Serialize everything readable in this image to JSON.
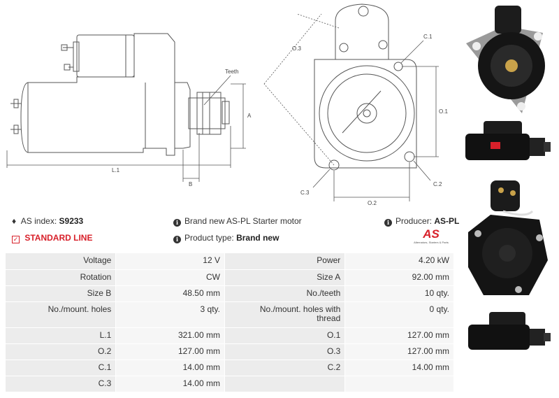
{
  "diagram": {
    "labels": {
      "teeth": "Teeth",
      "a": "A",
      "b": "B",
      "l1": "L.1",
      "o3": "O.3",
      "o1": "O.1",
      "o2": "O.2",
      "c1": "C.1",
      "c2": "C.2",
      "c3": "C.3"
    }
  },
  "info": {
    "as_index_label": "AS index:",
    "as_index_value": "S9233",
    "standard_line": "STANDARD LINE",
    "description": "Brand new AS-PL Starter motor",
    "product_type_label": "Product type:",
    "product_type_value": "Brand new",
    "producer_label": "Producer:",
    "producer_value": "AS-PL",
    "logo_text": "AS",
    "logo_tagline": "Alternators, Starters & Parts"
  },
  "specs": [
    {
      "k1": "Voltage",
      "v1": "12 V",
      "k2": "Power",
      "v2": "4.20 kW"
    },
    {
      "k1": "Rotation",
      "v1": "CW",
      "k2": "Size A",
      "v2": "92.00 mm"
    },
    {
      "k1": "Size B",
      "v1": "48.50 mm",
      "k2": "No./teeth",
      "v2": "10 qty."
    },
    {
      "k1": "No./mount. holes",
      "v1": "3 qty.",
      "k2": "No./mount. holes with thread",
      "v2": "0 qty."
    },
    {
      "k1": "L.1",
      "v1": "321.00 mm",
      "k2": "O.1",
      "v2": "127.00 mm"
    },
    {
      "k1": "O.2",
      "v1": "127.00 mm",
      "k2": "O.3",
      "v2": "127.00 mm"
    },
    {
      "k1": "C.1",
      "v1": "14.00 mm",
      "k2": "C.2",
      "v2": "14.00 mm"
    },
    {
      "k1": "C.3",
      "v1": "14.00 mm",
      "k2": "",
      "v2": ""
    }
  ],
  "colors": {
    "accent": "#d8202a",
    "table_key_bg": "#ececec",
    "table_val_bg": "#f6f6f6"
  }
}
